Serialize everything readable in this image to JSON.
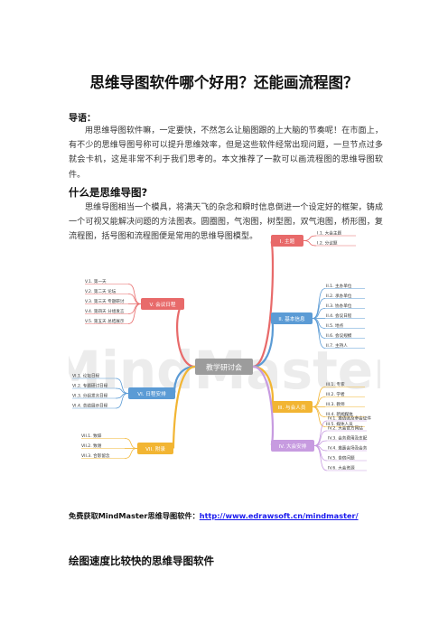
{
  "title": "思维导图软件哪个好用？还能画流程图？",
  "intro_heading": "导语：",
  "intro_paragraph": "用思维导图软件嘛，一定要快，不然怎么让脑图跟的上大脑的节奏呢！在市面上，有不少的思维导图号称可以提升思维效率，但是这些软件经常出现问题，一旦节点过多就会卡机，这是非常不利于我们思考的。本文推荐了一款可以画流程图的思维导图软件。",
  "section1_heading": "什么是思维导图?",
  "section1_paragraph": "思维导图相当一个模具，将满天飞的杂念和瞬时信息倒进一个设定好的框架，铸成一个可视又能解决问题的方法图表。圆圈图，气泡图，树型图，双气泡图，桥形图，复流程图，括号图和流程图便是常用的思维导图模型。",
  "mindmap": {
    "watermark": "MindMaster",
    "center": "教学研讨会",
    "branches": [
      {
        "label": "I. 主题",
        "color": "#e86a6a",
        "items": [
          "I.1. 大会主题",
          "I.2. 分议题"
        ]
      },
      {
        "label": "II. 基本信息",
        "color": "#5b9bd5",
        "items": [
          "II.1. 主办单位",
          "II.2. 承办单位",
          "II.3. 协办单位",
          "II.4. 会议日程",
          "II.5. 地点",
          "II.6. 会议规模",
          "II.7. 主持人"
        ]
      },
      {
        "label": "III. 与会人员",
        "color": "#f2b533",
        "items": [
          "III.1. 专家",
          "III.2. 学者",
          "III.3. 教师",
          "III.4. 新闻媒体",
          "III.5. 媒体人员"
        ]
      },
      {
        "label": "IV. 大会安排",
        "color": "#c79be0",
        "items": [
          "IV.1. 邀请函及参会证件",
          "IV.2. 大会官方网站",
          "IV.3. 会务费用及支配",
          "IV.4. 邀嘉会场及会务",
          "IV.5. 食宿问题",
          "IV.6. 大会资源"
        ]
      },
      {
        "label": "V. 会议日程",
        "color": "#e86a6a",
        "items": [
          "V.1. 第一天",
          "V.2. 第二天 论坛",
          "V.3. 第三天 专题研讨",
          "V.4. 第四天 分组发言",
          "V.5. 第五天 总结展示"
        ]
      },
      {
        "label": "VI. 日程安排",
        "color": "#5b9bd5",
        "items": [
          "VI.1. 论坛日程",
          "VI.2. 专题研讨日程",
          "VI.3. 分组发言日程",
          "VI.4. 总结展示日程"
        ]
      },
      {
        "label": "VII. 附录",
        "color": "#f2b533",
        "items": [
          "VII.1. 致辞",
          "VII.2. 致谢",
          "VII.3. 合影留念"
        ]
      }
    ]
  },
  "free_link_prefix": "免费获取MindMaster思维导图软件：",
  "free_link_url": "http://www.edrawsoft.cn/mindmaster/",
  "section2_heading": "绘图速度比较快的思维导图软件"
}
